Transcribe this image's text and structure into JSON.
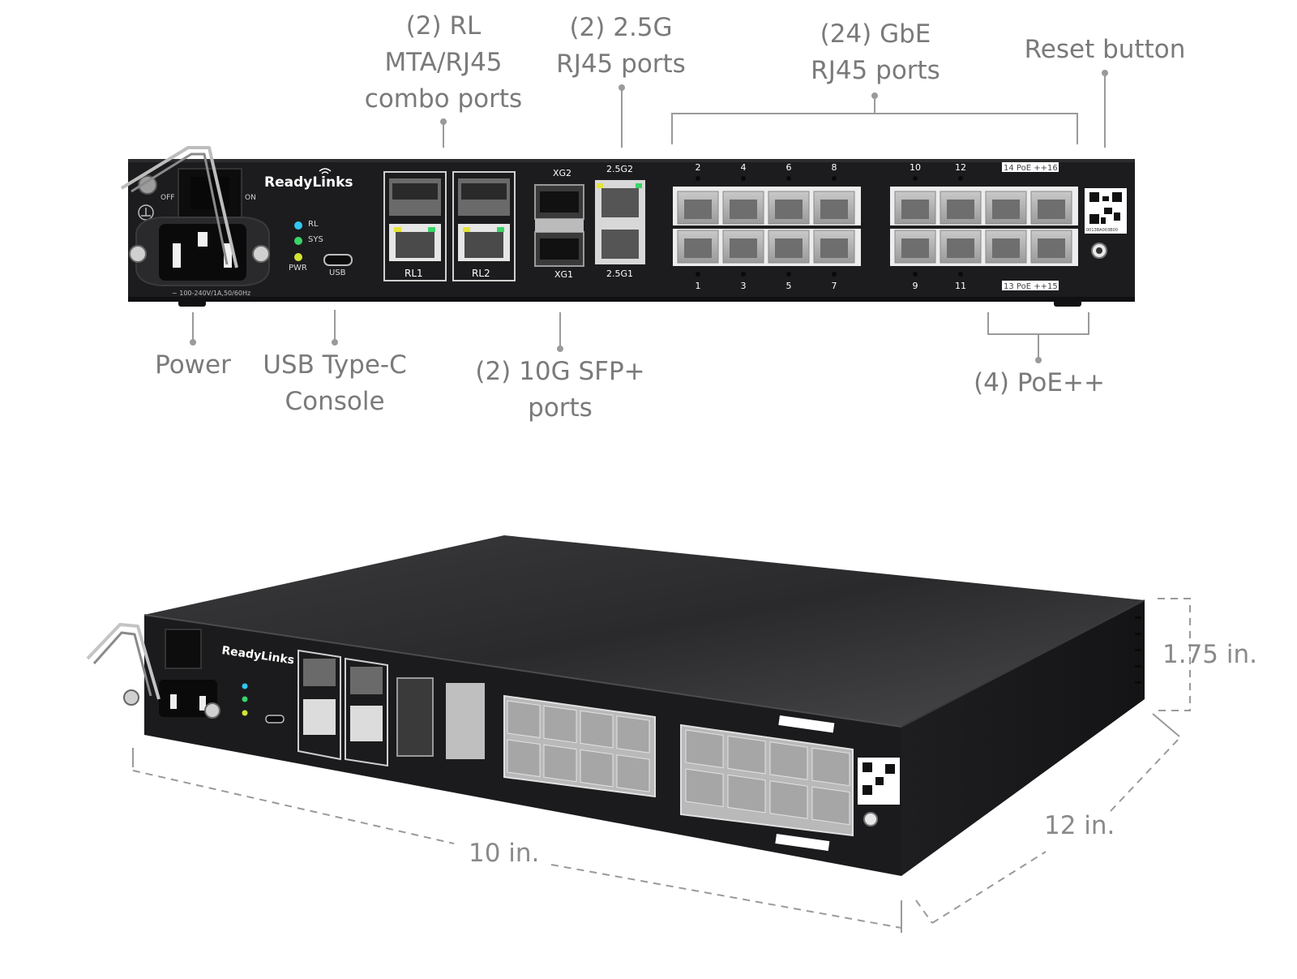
{
  "callouts": {
    "rl_combo": [
      "(2) RL",
      "MTA/RJ45",
      "combo ports"
    ],
    "ports_25g": [
      "(2) 2.5G",
      "RJ45 ports"
    ],
    "gbe": [
      "(24) GbE",
      "RJ45 ports"
    ],
    "reset": "Reset button",
    "power": "Power",
    "usb_console": [
      "USB Type-C",
      "Console"
    ],
    "sfp": [
      "(2) 10G SFP+",
      "ports"
    ],
    "poe": "(4) PoE++"
  },
  "dimensions": {
    "height": "1.75 in.",
    "depth": "12 in.",
    "width": "10 in."
  },
  "device": {
    "brand": "ReadyLinks",
    "power_rating": "~ 100-240V/1A,50/60Hz",
    "switch_off": "OFF",
    "switch_on": "ON",
    "leds": [
      "RL",
      "SYS",
      "PWR"
    ],
    "led_colors": [
      "#33c6f0",
      "#3ad46a",
      "#d4e436"
    ],
    "usb_label": "USB",
    "rl_labels": [
      "RL1",
      "RL2"
    ],
    "sfp_labels": [
      "XG2",
      "XG1"
    ],
    "port25_labels": [
      "2.5G2",
      "2.5G1"
    ],
    "top_ports_a": [
      "2",
      "4",
      "6",
      "8"
    ],
    "top_ports_b": [
      "10",
      "12"
    ],
    "poe_top_label": "14  PoE ++16",
    "bottom_ports_a": [
      "1",
      "3",
      "5",
      "7"
    ],
    "bottom_ports_b": [
      "9",
      "11"
    ],
    "poe_bottom_label": "13  PoE ++15",
    "qr_serial": "0013BA003B00"
  }
}
